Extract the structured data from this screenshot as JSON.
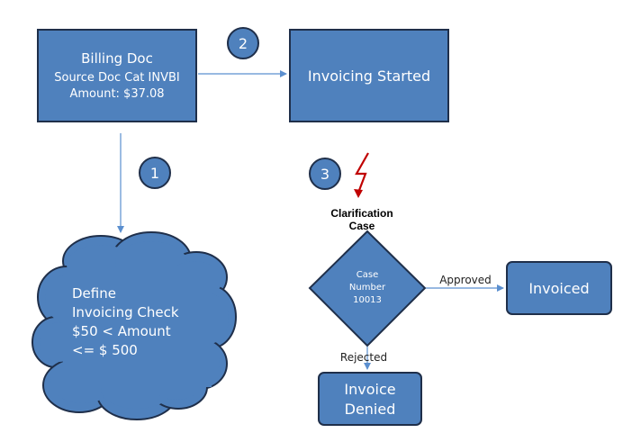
{
  "colors": {
    "fill": "#4f81bd",
    "stroke": "#1f2f4a",
    "arrow": "#5b8fcf",
    "text": "#ffffff",
    "lightning": "#c00000"
  },
  "billing_doc": {
    "line1": "Billing Doc",
    "line2": "Source Doc Cat INVBI",
    "line3": "Amount: $37.08"
  },
  "invoicing_started": {
    "label": "Invoicing Started"
  },
  "steps": {
    "one": "1",
    "two": "2",
    "three": "3"
  },
  "define_check": {
    "line1": "Define",
    "line2": "Invoicing Check",
    "line3": "$50 < Amount",
    "line4": "<= $ 500"
  },
  "clarification": {
    "line1": "Clarification",
    "line2": "Case"
  },
  "case_diamond": {
    "line1": "Case",
    "line2": "Number",
    "line3": "10013"
  },
  "edges": {
    "approved": "Approved",
    "rejected": "Rejected"
  },
  "invoiced": {
    "label": "Invoiced"
  },
  "invoice_denied": {
    "line1": "Invoice",
    "line2": "Denied"
  },
  "icons": {
    "lightning": "lightning-bolt-icon"
  }
}
